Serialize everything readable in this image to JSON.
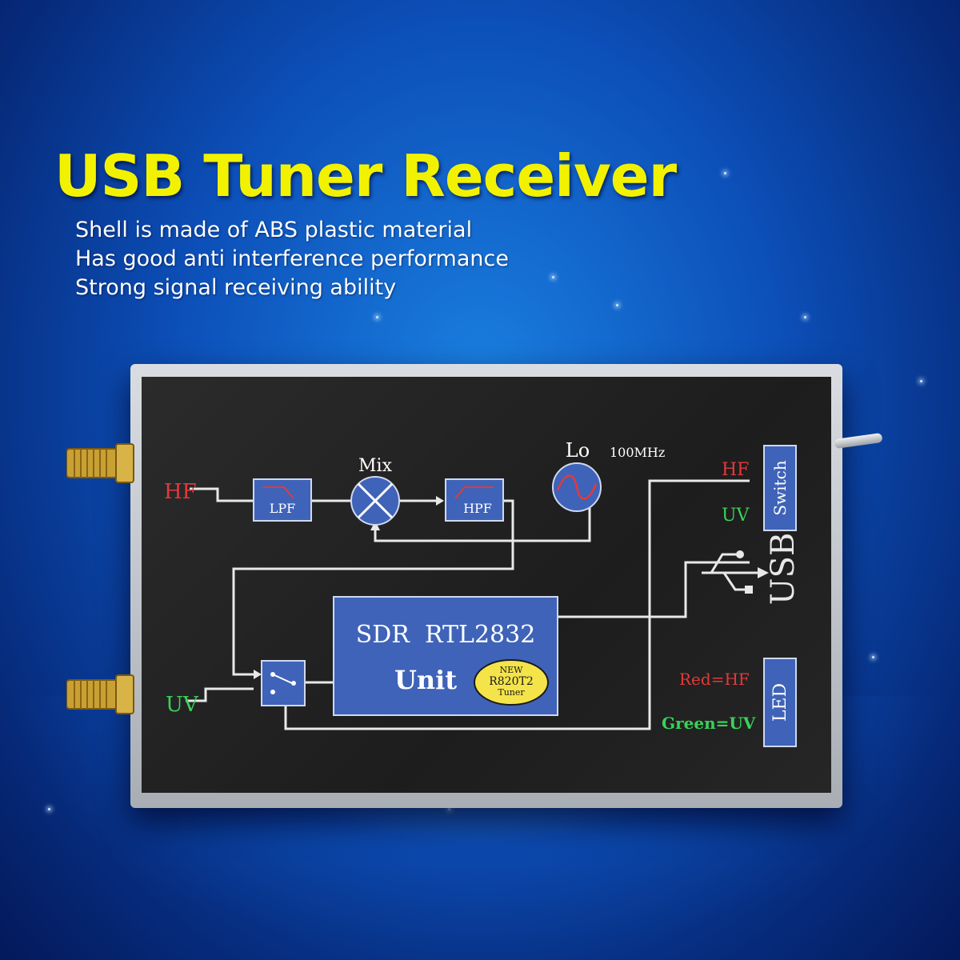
{
  "headline": "USB Tuner Receiver",
  "features": [
    "Shell is made of ABS plastic material",
    "Has good anti interference performance",
    "Strong signal receiving ability"
  ],
  "panel": {
    "input_hf": "HF",
    "input_uv": "UV",
    "lpf": "LPF",
    "mix": "Mix",
    "hpf": "HPF",
    "lo": "Lo",
    "lo_freq": "100MHz",
    "sdr_line1": "SDR  RTL2832",
    "sdr_line2": "Unit",
    "badge_1": "NEW",
    "badge_2": "R820T2",
    "badge_3": "Tuner",
    "switch_hf": "HF",
    "switch_uv": "UV",
    "switch_label": "Switch",
    "usb_label": "USB",
    "led_red": "Red=HF",
    "led_green": "Green=UV",
    "led_label": "LED"
  },
  "colors": {
    "title": "#f2f200",
    "hf_red": "#e23a3a",
    "uv_green": "#3ad15a",
    "block_blue": "#3f63b8"
  }
}
